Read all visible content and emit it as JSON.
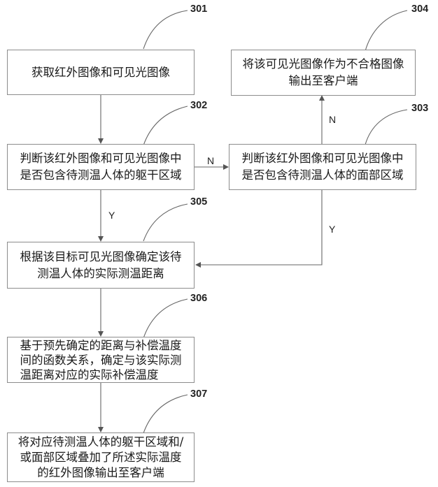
{
  "steps": {
    "s301": {
      "num": "301",
      "text": "获取红外图像和可见光图像"
    },
    "s302": {
      "num": "302",
      "line1": "判断该红外图像和可见光图像中",
      "line2": "是否包含待测温人体的躯干区域"
    },
    "s303": {
      "num": "303",
      "line1": "判断该红外图像和可见光图像中",
      "line2": "是否包含待测温人体的面部区域"
    },
    "s304": {
      "num": "304",
      "line1": "将该可见光图像作为不合格图像",
      "line2": "输出至客户端"
    },
    "s305": {
      "num": "305",
      "line1": "根据该目标可见光图像确定该待",
      "line2": "测温人体的实际测温距离"
    },
    "s306": {
      "num": "306",
      "line1": "基于预先确定的距离与补偿温度",
      "line2": "间的函数关系，确定与该实际测",
      "line3": "温距离对应的实际补偿温度"
    },
    "s307": {
      "num": "307",
      "line1": "将对应待测温人体的躯干区域和/",
      "line2": "或面部区域叠加了所述实际温度",
      "line3": "的红外图像输出至客户端"
    }
  },
  "edges": {
    "n_302_303": "N",
    "n_303_304": "N",
    "y_302_305": "Y",
    "y_303_305": "Y"
  }
}
